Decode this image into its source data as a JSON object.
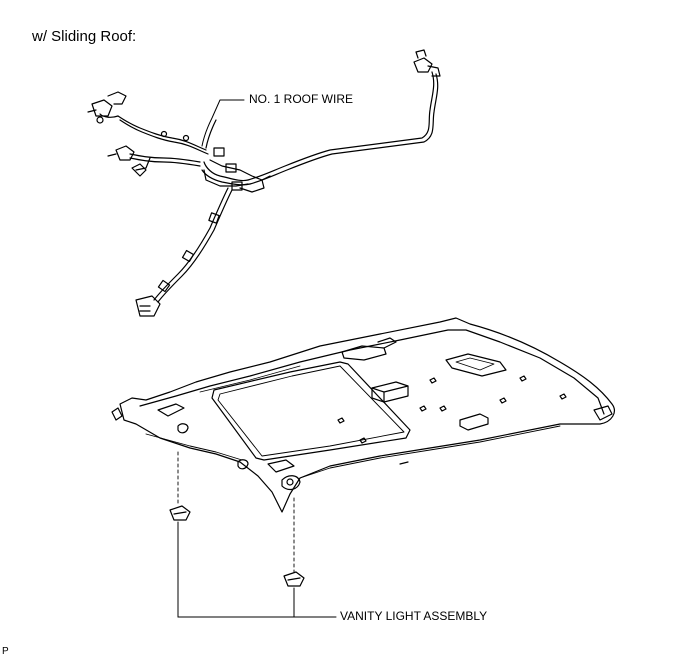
{
  "header": {
    "title": "w/ Sliding Roof:"
  },
  "callouts": {
    "roof_wire": "NO. 1 ROOF WIRE",
    "vanity_light": "VANITY LIGHT ASSEMBLY"
  },
  "footer": {
    "code": "P"
  },
  "parts": [
    {
      "name": "no-1-roof-wire",
      "icon": "wire-harness-icon"
    },
    {
      "name": "roof-headlining",
      "icon": "headliner-panel-icon"
    },
    {
      "name": "vanity-light-assembly",
      "icon": "vanity-light-icon",
      "count": 2
    }
  ]
}
